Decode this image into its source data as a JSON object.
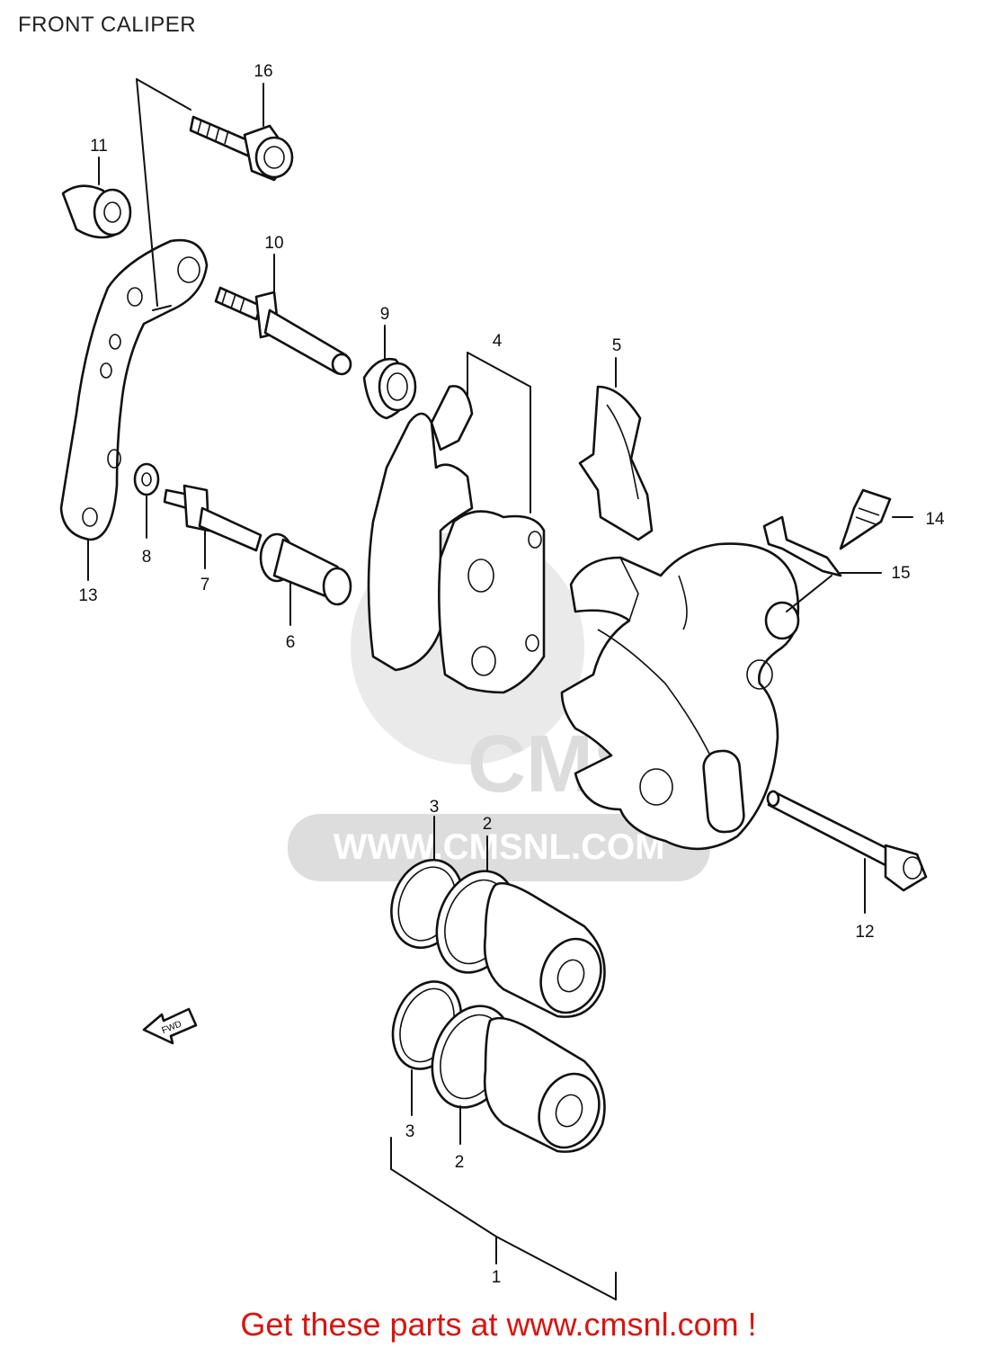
{
  "title": "FRONT CALIPER",
  "footer": "Get these parts at www.cmsnl.com !",
  "watermark": {
    "brand": "CMS",
    "url": "WWW.CMSNL.COM"
  },
  "direction_marker": "FWD",
  "callouts": {
    "c1": "1",
    "c2a": "2",
    "c2b": "2",
    "c3a": "3",
    "c3b": "3",
    "c4": "4",
    "c5": "5",
    "c6": "6",
    "c7": "7",
    "c8": "8",
    "c9": "9",
    "c10": "10",
    "c11": "11",
    "c12": "12",
    "c13": "13",
    "c14": "14",
    "c15": "15",
    "c16": "16"
  },
  "colors": {
    "footer_text": "#d9140e",
    "line_art": "#111111",
    "watermark": "#d9d9d9"
  }
}
